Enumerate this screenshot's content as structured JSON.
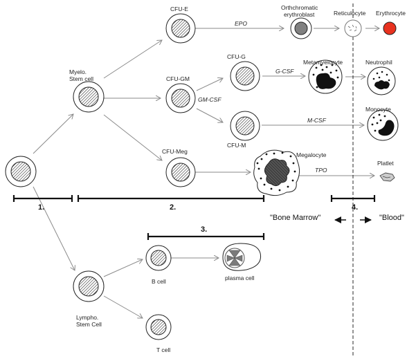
{
  "cells": {
    "hsc": "",
    "myelo": "Myelo.\nStem cell",
    "lympho": "Lympho.\nStem Cell",
    "cfu_e": "CFU-E",
    "cfu_gm": "CFU-GM",
    "cfu_meg": "CFU-Meg",
    "cfu_g": "CFU-G",
    "cfu_m": "CFU-M",
    "ortho": "Orthchromatic\nerythroblast",
    "reticulocyte": "Reticulocyte",
    "erythrocyte": "Erythrocyte",
    "metamyelocyte": "Metamyelocyte",
    "neutrophil": "Neutrophil",
    "monocyte": "Monocyte",
    "megalocyte": "Megalocyte",
    "platelet": "Platlet",
    "b_cell": "B cell",
    "plasma": "plasma cell",
    "t_cell": "T cell"
  },
  "factors": {
    "epo": "EPO",
    "gcsf": "G-CSF",
    "gmcsf": "GM-CSF",
    "mcsf": "M-CSF",
    "tpo": "TPO"
  },
  "stages": {
    "s1": "1.",
    "s2": "2.",
    "s3": "3.",
    "s4": "4."
  },
  "compartments": {
    "bone_marrow": "\"Bone Marrow\"",
    "blood": "\"Blood\""
  },
  "colors": {
    "erythrocyte": "#e8321f",
    "ortho_nucleus": "#808080",
    "arrow": "#8a8a8a"
  }
}
